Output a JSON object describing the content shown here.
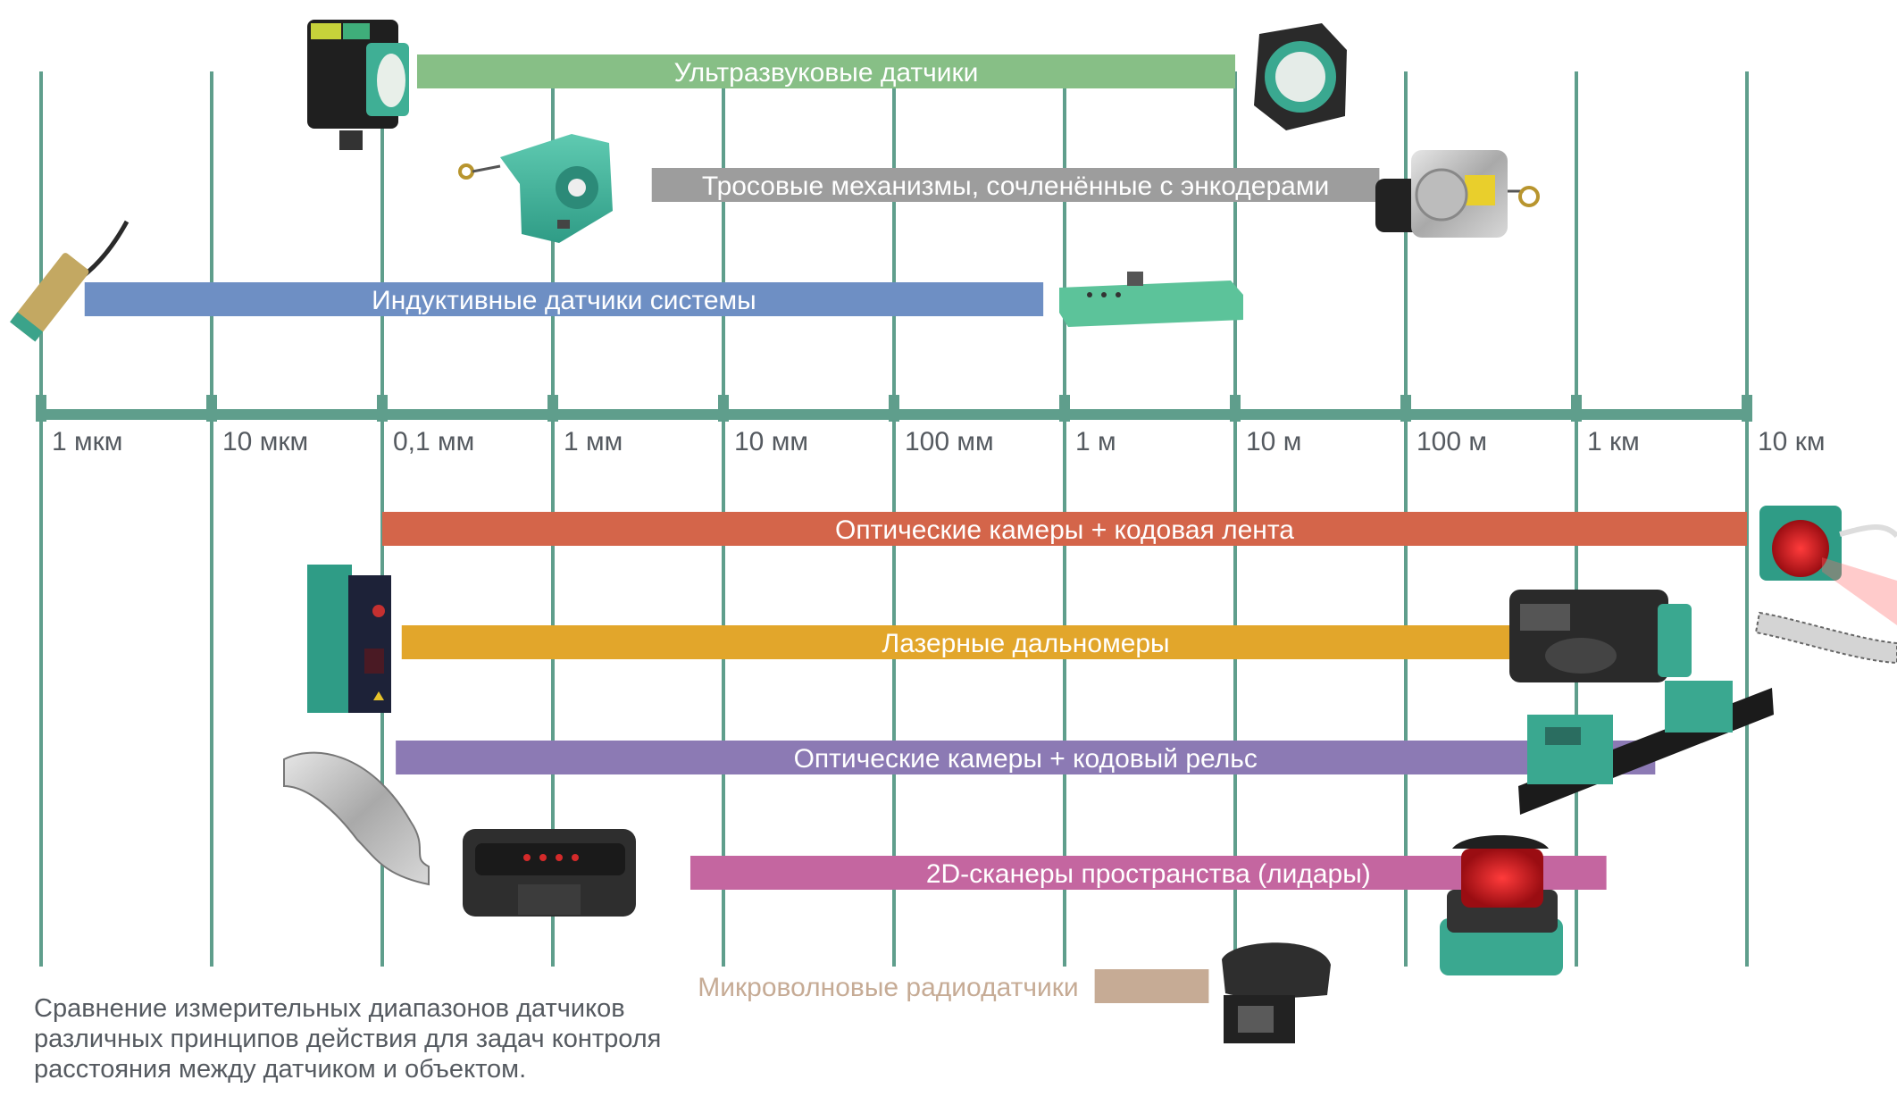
{
  "chart_data": {
    "type": "bar",
    "subtype": "range-timeline",
    "scale": "log",
    "ticks": [
      "1 мкм",
      "10 мкм",
      "0,1 мм",
      "1 мм",
      "10 мм",
      "100 мм",
      "1 м",
      "10 м",
      "100 м",
      "1 км",
      "10 км"
    ],
    "tick_values_m": [
      1e-06,
      1e-05,
      0.0001,
      0.001,
      0.01,
      0.1,
      1,
      10,
      100,
      1000,
      10000
    ],
    "xlim_m": [
      1e-06,
      10000
    ],
    "grid": true,
    "colors": {
      "axis": "#5f9e8c",
      "tick_text": "#555a60"
    },
    "series": [
      {
        "name": "Ультразвуковые датчики",
        "start_m": 0.00016,
        "end_m": 10,
        "color": "#87bf86",
        "label_position": "inside",
        "icon": "ultrasonic-sensor-icon"
      },
      {
        "name": "Тросовые механизмы, сочленённые с энкодерами",
        "start_m": 0.0038,
        "end_m": 70,
        "color": "#9d9d9d",
        "label_position": "inside",
        "icon": "wire-draw-encoder-icon"
      },
      {
        "name": "Индуктивные датчики системы",
        "start_m": 1.8e-06,
        "end_m": 0.75,
        "color": "#6e8fc4",
        "label_position": "inside",
        "icon": "inductive-sensor-icon"
      },
      {
        "name": "Оптические камеры + кодовая лента",
        "start_m": 0.0001,
        "end_m": 10000,
        "color": "#d4654a",
        "label_position": "inside",
        "icon": "code-tape-camera-icon"
      },
      {
        "name": "Лазерные дальномеры",
        "start_m": 0.00013,
        "end_m": 2700,
        "color": "#e2a62b",
        "label_position": "inside",
        "icon": "laser-distance-icon"
      },
      {
        "name": "Оптические камеры + кодовый рельс",
        "start_m": 0.00012,
        "end_m": 2900,
        "color": "#8c7ab4",
        "label_position": "inside",
        "icon": "code-rail-camera-icon"
      },
      {
        "name": "2D-сканеры пространства (лидары)",
        "start_m": 0.0064,
        "end_m": 1500,
        "color": "#c466a0",
        "label_position": "inside",
        "icon": "lidar-scanner-icon"
      },
      {
        "name": "Микроволновые радиодатчики",
        "start_m": 1.5,
        "end_m": 7,
        "color": "#c6ab95",
        "label_position": "left",
        "icon": "microwave-radar-icon"
      }
    ]
  },
  "caption": {
    "lines": [
      "Сравнение измерительных диапазонов датчиков",
      "различных принципов действия для задач контроля",
      "расстояния между датчиком и объектом."
    ]
  }
}
